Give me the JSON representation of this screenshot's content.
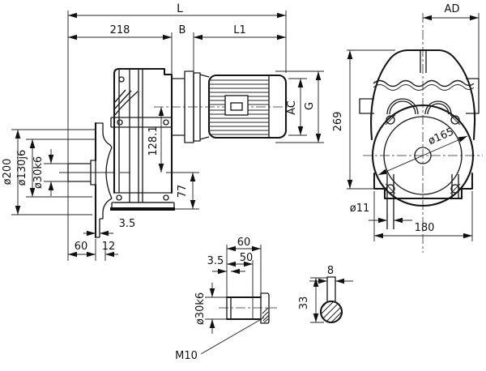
{
  "labels": {
    "side": {
      "L": "L",
      "n218": "218",
      "B": "B",
      "L1": "L1",
      "n128_1": "128.1",
      "n77": "77",
      "dia200": "ø200",
      "dia130": "ø130j6",
      "dia30": "ø30k6",
      "n35": "3.5",
      "n60": "60",
      "n12": "12",
      "AC": "AC",
      "G": "G"
    },
    "front": {
      "AD": "AD",
      "n269": "269",
      "dia165": "ø165",
      "dia11": "ø11",
      "n180": "180"
    },
    "shaft": {
      "n60": "60",
      "n50": "50",
      "n35": "3.5",
      "dia30": "ø30k6",
      "thread": "M10"
    },
    "key": {
      "n8": "8",
      "n33": "33"
    }
  },
  "colors": {
    "ink": "#1b1b1b",
    "paper": "#ffffff"
  }
}
